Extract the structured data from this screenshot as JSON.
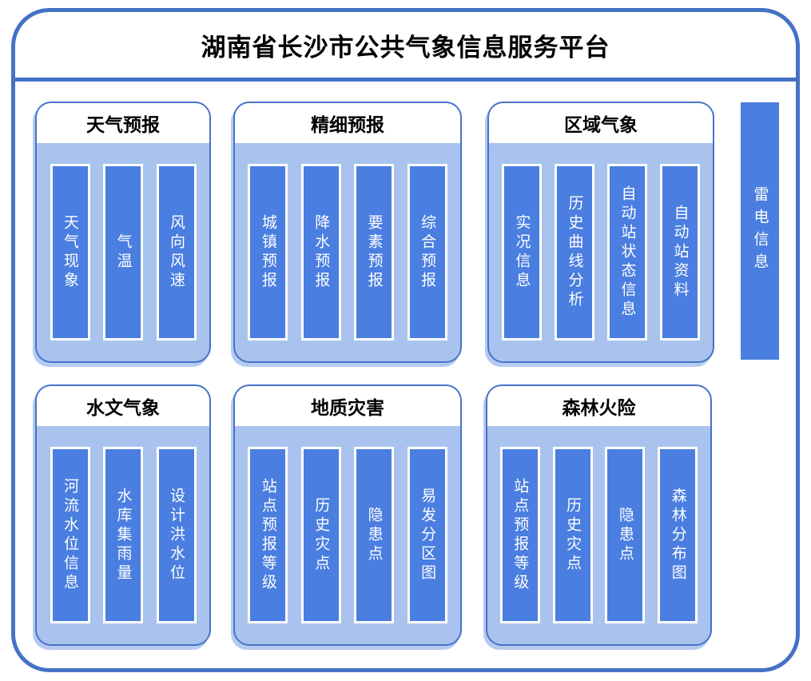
{
  "page": {
    "title": "湖南省长沙市公共气象信息服务平台"
  },
  "colors": {
    "frame_border": "#4472C4",
    "panel_border": "#4573C9",
    "panel_body_fill": "#A9C3EE",
    "bar_fill": "#4A7EE0",
    "bar_border": "#FFFFFF",
    "bar_text": "#FFFFFF",
    "title_text": "#000000",
    "panel_shadow": "#B5CAF1"
  },
  "panels": [
    {
      "id": "weather-forecast",
      "title": "天气预报",
      "items": [
        "天气现象",
        "气温",
        "风向风速"
      ]
    },
    {
      "id": "fine-forecast",
      "title": "精细预报",
      "items": [
        "城镇预报",
        "降水预报",
        "要素预报",
        "综合预报"
      ]
    },
    {
      "id": "regional-meteorology",
      "title": "区域气象",
      "items": [
        "实况信息",
        "历史曲线分析",
        "自动站状态信息",
        "自动站资料"
      ]
    },
    {
      "id": "hydrological-weather",
      "title": "水文气象",
      "items": [
        "河流水位信息",
        "水库集雨量",
        "设计洪水位"
      ]
    },
    {
      "id": "geological-disaster",
      "title": "地质灾害",
      "items": [
        "站点预报等级",
        "历史灾点",
        "隐患点",
        "易发分区图"
      ]
    },
    {
      "id": "forest-fire-risk",
      "title": "森林火险",
      "items": [
        "站点预报等级",
        "历史灾点",
        "隐患点",
        "森林分布图"
      ]
    }
  ],
  "side_item": {
    "label": "雷电信息"
  }
}
